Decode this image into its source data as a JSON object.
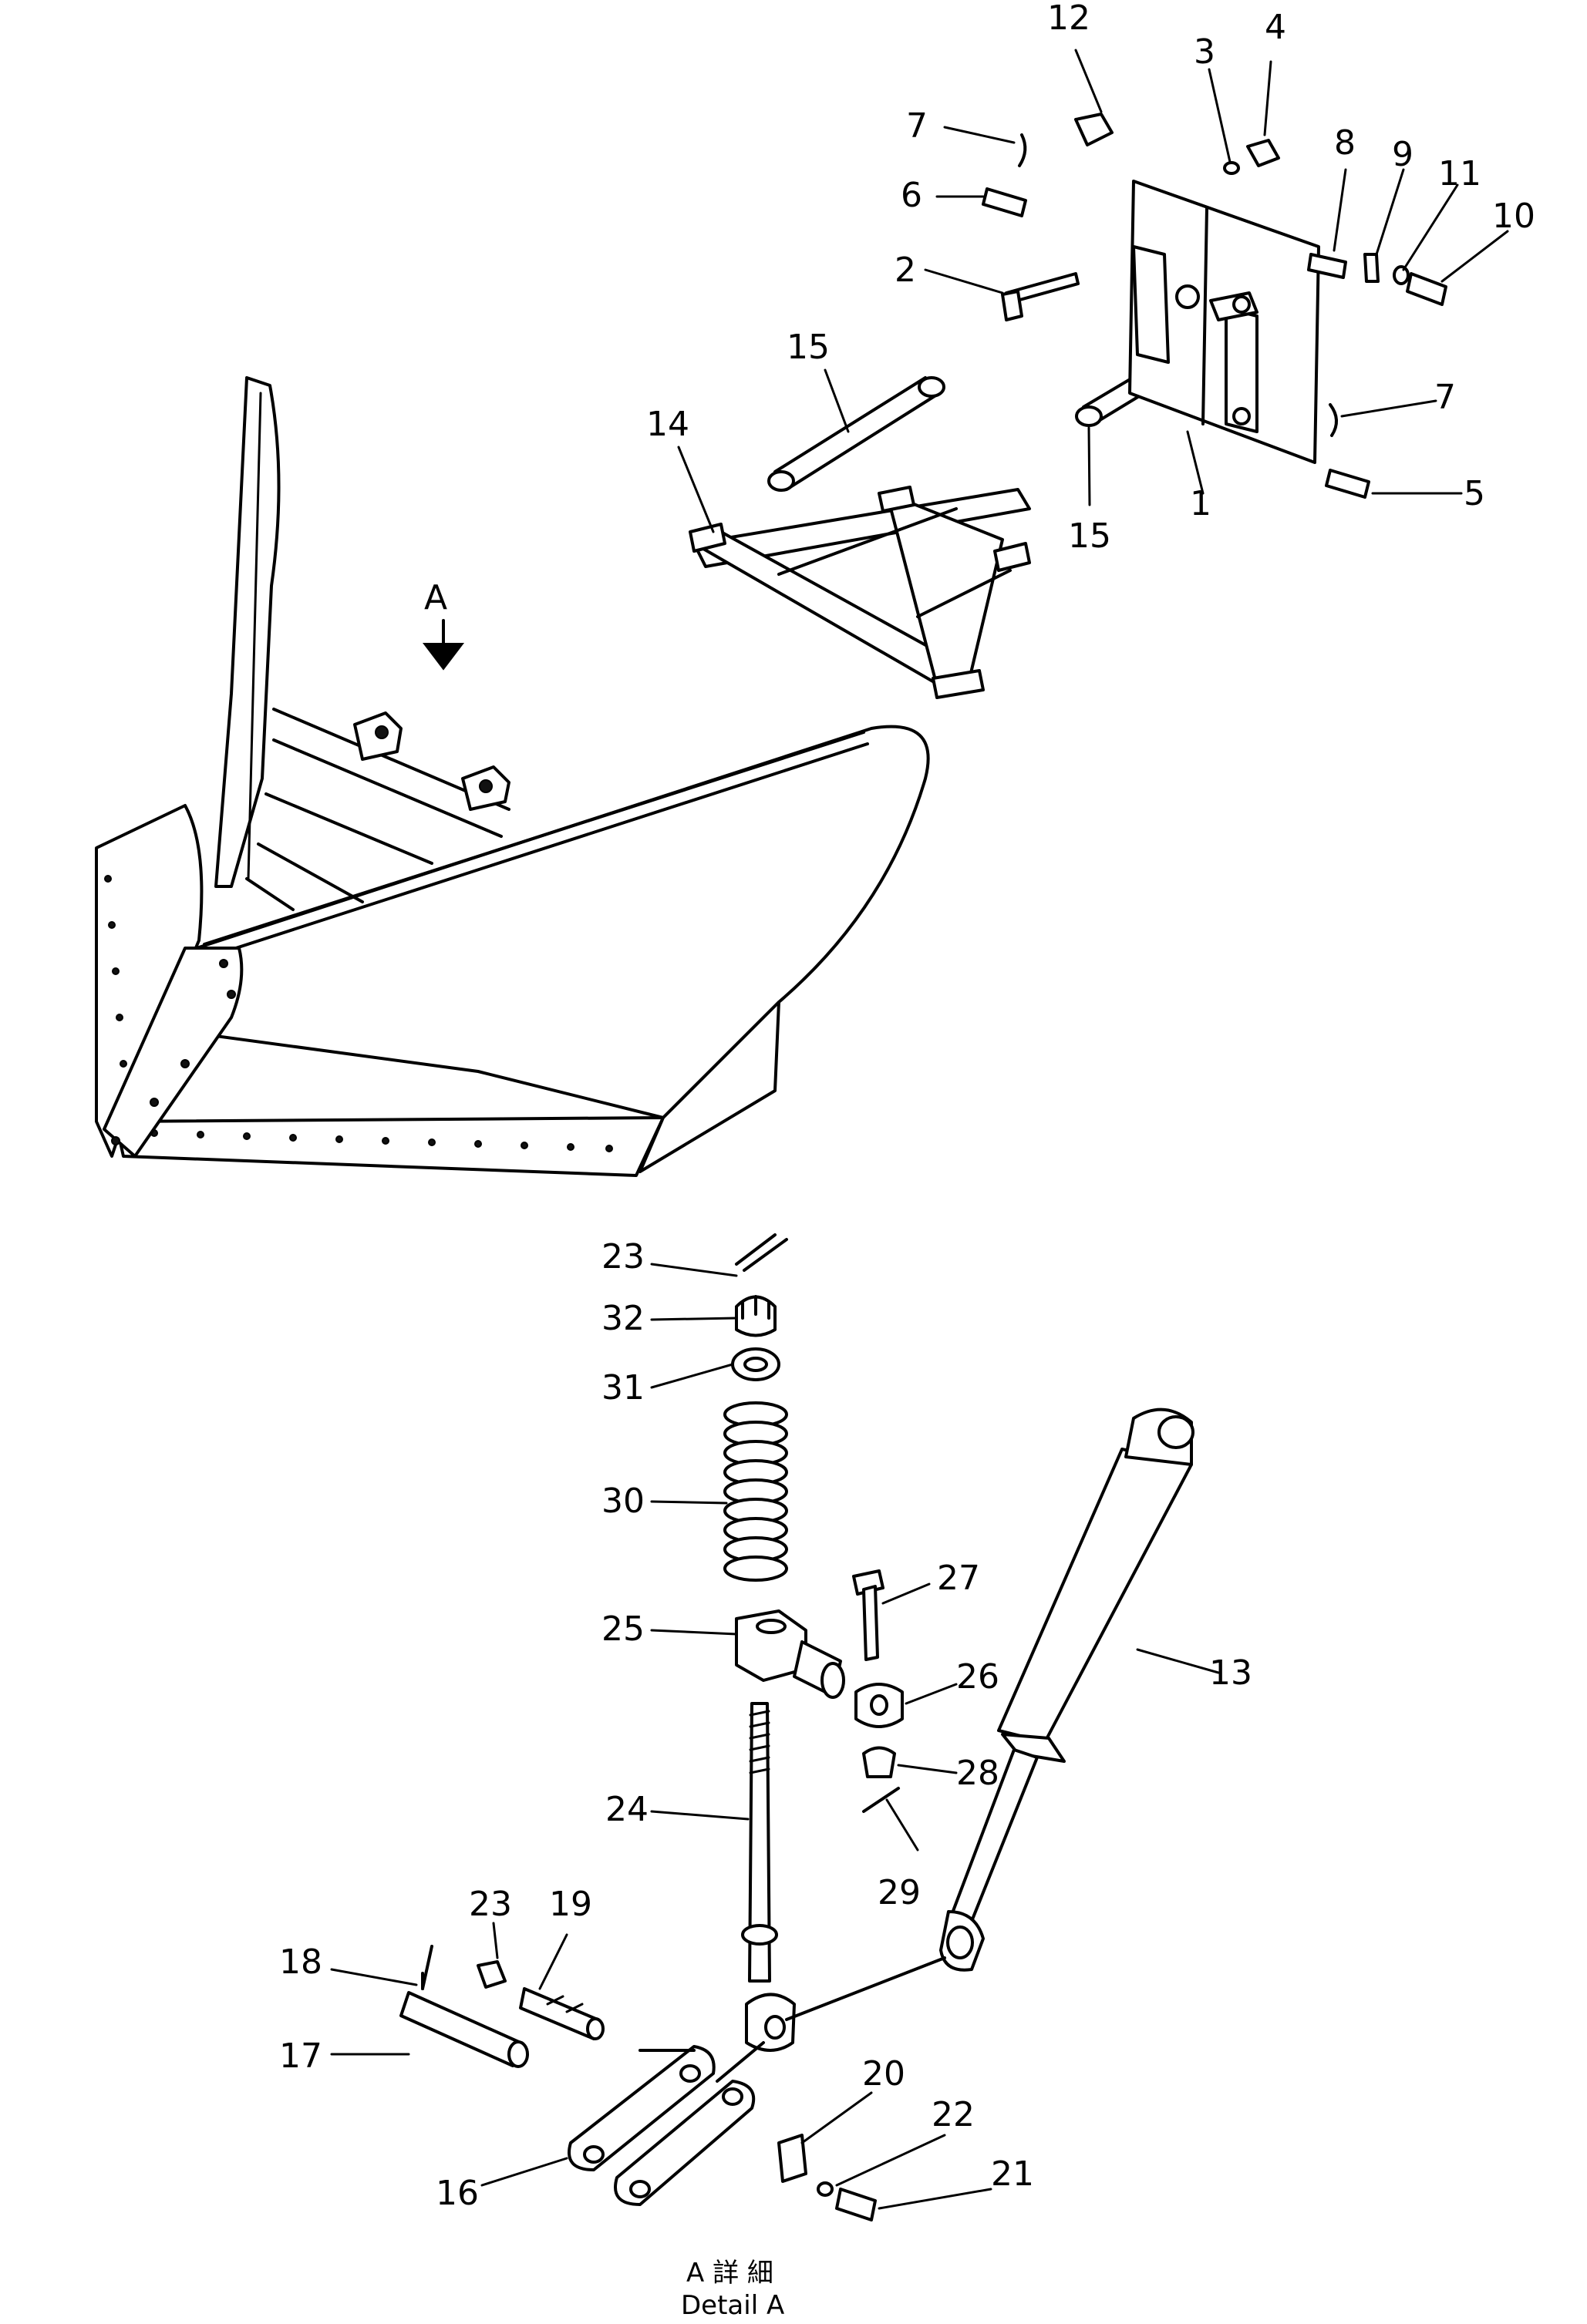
{
  "callouts": {
    "c1": "1",
    "c2": "2",
    "c3": "3",
    "c4": "4",
    "c5": "5",
    "c6": "6",
    "c7a": "7",
    "c7b": "7",
    "c8": "8",
    "c9": "9",
    "c10": "10",
    "c11": "11",
    "c12": "12",
    "c13": "13",
    "c14": "14",
    "c15a": "15",
    "c15b": "15",
    "c16": "16",
    "c17": "17",
    "c18": "18",
    "c19": "19",
    "c20": "20",
    "c21": "21",
    "c22": "22",
    "c23a": "23",
    "c23b": "23",
    "c24": "24",
    "c25": "25",
    "c26": "26",
    "c27": "27",
    "c28": "28",
    "c29": "29",
    "c30": "30",
    "c31": "31",
    "c32": "32"
  },
  "view_marker": "A",
  "caption": {
    "line1": "A 詳 細",
    "line2": "Detail A"
  }
}
